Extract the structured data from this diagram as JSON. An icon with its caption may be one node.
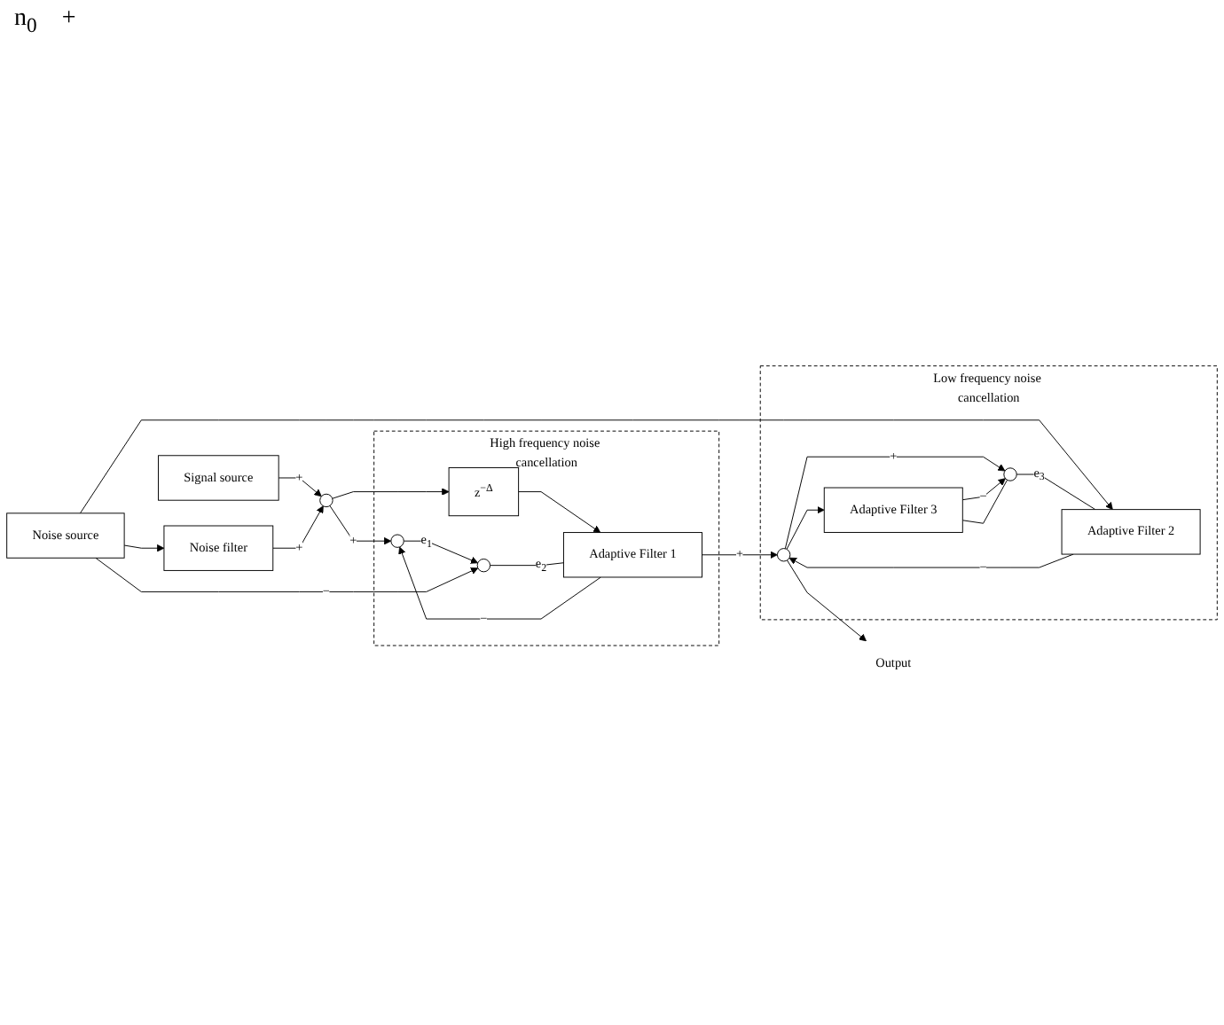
{
  "diagram": {
    "nodes": [
      {
        "text": [
          "Signal source"
        ]
      },
      {
        "text": [],
        "shape": "circle"
      },
      {
        "text": [
          "Noise filter"
        ]
      },
      {
        "text": [
          "Noise source"
        ]
      },
      {
        "text": [
          "High frequency noise cancellation"
        ]
      },
      {
        "text": [
          "z$^{−Δ}$"
        ],
        "in": 4
      },
      {
        "text": [
          "Adaptive Filter 1"
        ],
        "in": 4
      },
      {
        "text": [],
        "shape": "circle",
        "in": 4
      },
      {
        "text": [],
        "shape": "circle",
        "in": 4
      },
      {
        "text": [
          "Low frequency noise cancellation"
        ]
      },
      {
        "text": [
          "Adaptive Filter 2"
        ],
        "in": 9
      },
      {
        "text": [
          "Adaptive Filter 3"
        ],
        "in": 9
      },
      {
        "text": [],
        "shape": "circle",
        "in": 9
      },
      {
        "text": [],
        "shape": "circle",
        "in": 9
      },
      {
        "text": [
          "Output"
        ]
      }
    ],
    "edges": [
      {
        "from": 0,
        "to": 1,
        "arrow": "to",
        "label": "+"
      },
      {
        "from": 2,
        "to": 1,
        "arrow": "to",
        "label": "+"
      },
      {
        "from": 3,
        "to": 2,
        "arrow": "to"
      },
      {
        "from": 1,
        "to": 7,
        "arrow": "to",
        "label": "+"
      },
      {
        "from": 1,
        "to": 5,
        "arrow": "to"
      },
      {
        "from": 5,
        "to": 6,
        "arrow": "to"
      },
      {
        "from": 6,
        "to": 7,
        "arrow": "to",
        "label": "−"
      },
      {
        "from": 7,
        "to": 8,
        "arrow": "to",
        "label": "e$_{1}$"
      },
      {
        "from": 8,
        "to": 6,
        "arrow": "none",
        "label": "e$_{2}$"
      },
      {
        "from": 3,
        "to": 8,
        "arrow": "to",
        "label": "−"
      },
      {
        "from": 3,
        "to": 10,
        "arrow": "to"
      },
      {
        "from": 6,
        "to": 12,
        "arrow": "to",
        "label": "+"
      },
      {
        "from": 10,
        "to": 12,
        "arrow": "to",
        "label": "−"
      },
      {
        "from": 12,
        "to": 14,
        "arrow": "to"
      },
      {
        "from": 12,
        "to": 11,
        "arrow": "to"
      },
      {
        "from": 12,
        "to": 13,
        "arrow": "to",
        "label": "+"
      },
      {
        "from": 11,
        "to": 13,
        "arrow": "to",
        "label": "−"
      },
      {
        "from": 13,
        "to": 10,
        "arrow": "none",
        "label": "e$_{3}$"
      },
      {
        "from": 13,
        "to": 11,
        "arrow": "none"
      }
    ],
    "labels": [
      "n$_{0}$",
      "+"
    ]
  }
}
